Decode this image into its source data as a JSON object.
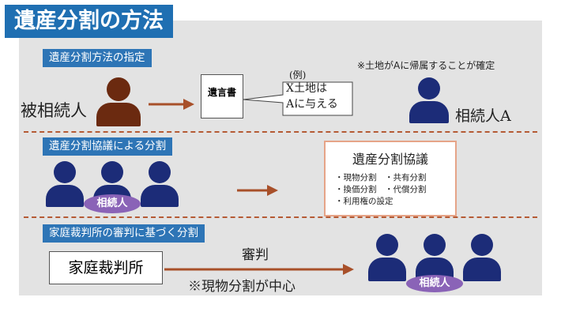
{
  "title": "遺産分割の方法",
  "sections": {
    "designation": {
      "label": "遺産分割方法の指定",
      "decedent": "被相続人",
      "will": "遺言書",
      "example_label": "(例)",
      "callout_line1": "X土地は",
      "callout_line2": "Aに与える",
      "note": "※土地がAに帰属することが確定",
      "heir_a": "相続人A"
    },
    "agreement": {
      "label": "遺産分割協議による分割",
      "heirs_badge": "相続人",
      "box_title": "遺産分割協議",
      "methods_line1": "・現物分割　・共有分割",
      "methods_line2": "・換価分割　・代償分割",
      "methods_line3": "・利用権の設定"
    },
    "court": {
      "label": "家庭裁判所の審判に基づく分割",
      "court_name": "家庭裁判所",
      "arrow_label": "審判",
      "note": "※現物分割が中心",
      "heirs_badge": "相続人"
    }
  },
  "colors": {
    "title_bg": "#1f6fb2",
    "section_label_bg": "#2e75b6",
    "decedent_person": "#6b2a10",
    "heir_person": "#1c2c78",
    "arrow": "#a8502a",
    "badge": "#8a63b7",
    "divider": "#b55a34"
  }
}
